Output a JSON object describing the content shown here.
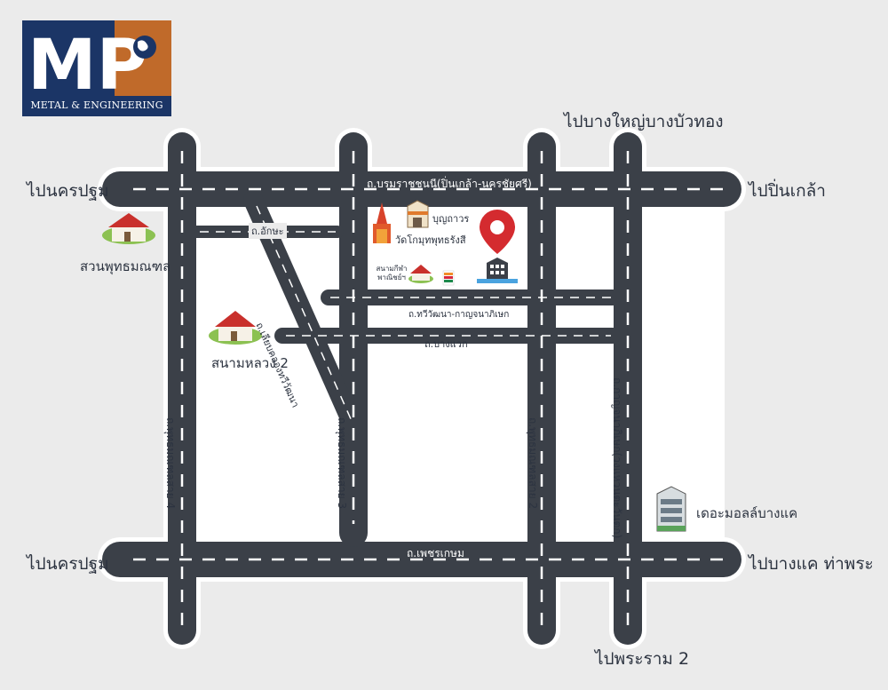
{
  "logo": {
    "letters": "MP",
    "company": "METAL & ENGINEERING"
  },
  "colors": {
    "road": "#3b4048",
    "road_outline": "#ffffff",
    "background": "#ebebeb",
    "block": "#ffffff",
    "pin": "#d42b2f",
    "logo_blue": "#1b3566",
    "logo_orange": "#c06a2a"
  },
  "directions": {
    "top_left": "ไปนครปฐม",
    "top_right": "ไปปิ่นเกล้า",
    "top": "ไปบางใหญ่บางบัวทอง",
    "bottom_left": "ไปนครปฐม",
    "bottom_right": "ไปบางแค ท่าพระ",
    "bottom": "ไปพระราม 2"
  },
  "roads": {
    "borom": "ถ.บรมราชชนนี(ปิ่นเกล้า-นครชัยศรี)",
    "akkha": "ถ.อักษะ",
    "liab": "ถ.เลียบคลองทวีวัฒนา",
    "thawi": "ถ.ทวีวัฒนา-กาญจนาภิเษก",
    "bangwaek": "ถ.บางแวก",
    "pm4": "ถ.พุทธมณฑลสาย 4",
    "pm3": "ถ.พุทธมณฑลสาย 3",
    "pm2": "ถ.พุทธมณฑลสาย 2",
    "kanchana": "ถ.กาญจนาภิเษก(วงแหวนตะวันตก)",
    "phet": "ถ.เพชรเกษม"
  },
  "places": {
    "suan": "สวนพุทธมณฑล",
    "sanam": "สนามหลวง 2",
    "boon": "บุญถาวร",
    "wat": "วัดโกมุทพุทธรังสี",
    "stadium": "สนามกีฬา พาณิชย์ฯ",
    "mall": "เดอะมอลล์บางแค"
  },
  "icons": [
    "map-pin-icon",
    "temple-icon",
    "shop-icon",
    "house-icon",
    "seven-eleven-icon",
    "building-icon",
    "mall-icon",
    "globe-icon"
  ]
}
